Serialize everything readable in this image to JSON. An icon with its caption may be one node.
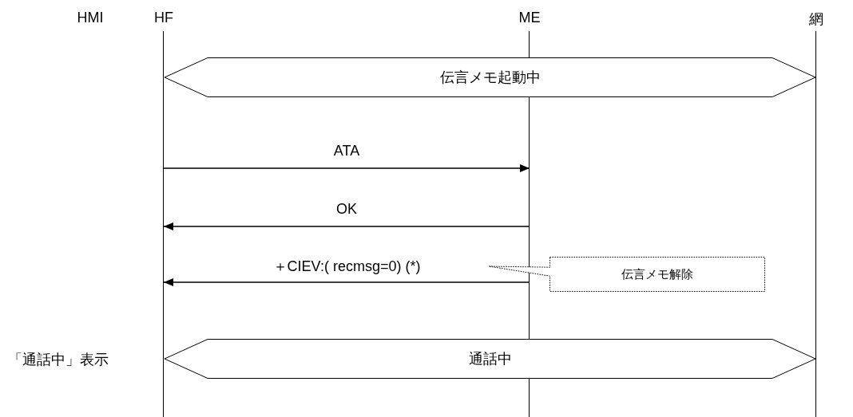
{
  "diagram": {
    "nodes": [
      {
        "text": [
          "HMI"
        ]
      },
      {
        "text": [
          "HF"
        ]
      },
      {
        "text": [
          "ME"
        ]
      },
      {
        "text": [
          "網"
        ]
      },
      {
        "text": [
          "伝言メモ起動中"
        ]
      },
      {
        "text": [
          "伝言メモ解除"
        ]
      },
      {
        "text": [
          "通話中"
        ]
      }
    ],
    "edges": [
      {
        "from": 1,
        "to": 2,
        "arrow": "to",
        "label": "ATA"
      },
      {
        "from": 2,
        "to": 1,
        "arrow": "to",
        "label": "OK"
      },
      {
        "from": 2,
        "to": 1,
        "arrow": "to",
        "label": "＋CIEV:( recmsg=0) (*)"
      }
    ],
    "labels": [
      "「通話中」表示"
    ]
  }
}
